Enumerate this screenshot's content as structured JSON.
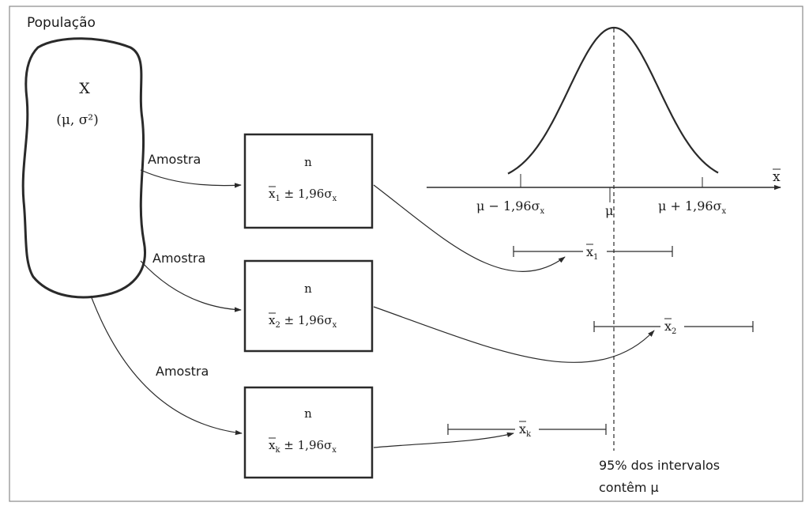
{
  "population": {
    "title": "População",
    "variable": "X",
    "params": "(μ, σ²)"
  },
  "arrows": {
    "sample_label": "Amostra"
  },
  "samples": [
    {
      "n_label": "n",
      "xbar_symbol": "x",
      "subscript": "1",
      "pm_text": " ± 1,96σ",
      "sigma_sub": "x"
    },
    {
      "n_label": "n",
      "xbar_symbol": "x",
      "subscript": "2",
      "pm_text": " ± 1,96σ",
      "sigma_sub": "x"
    },
    {
      "n_label": "n",
      "xbar_symbol": "x",
      "subscript": "k",
      "pm_text": " ± 1,96σ",
      "sigma_sub": "x"
    }
  ],
  "distribution": {
    "axis_label": "x",
    "lower_label": "μ − 1,96σ",
    "lower_sub": "x",
    "center_label": "μ",
    "upper_label": "μ + 1,96σ",
    "upper_sub": "x"
  },
  "intervals": [
    {
      "symbol": "x",
      "subscript": "1"
    },
    {
      "symbol": "x",
      "subscript": "2"
    },
    {
      "symbol": "x",
      "subscript": "k"
    }
  ],
  "note": {
    "line1": "95% dos intervalos",
    "line2": "contêm μ"
  }
}
